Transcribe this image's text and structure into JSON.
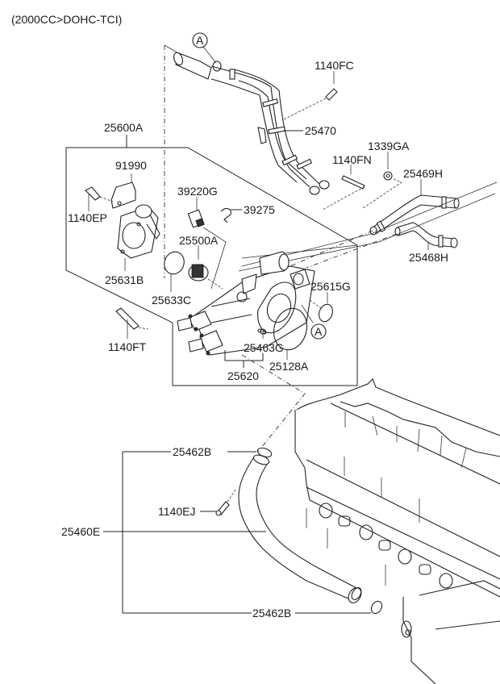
{
  "title": "(2000CC>DOHC-TCI)",
  "reference_marker": "A",
  "parts": {
    "p1140FC": "1140FC",
    "p25470": "25470",
    "p1339GA": "1339GA",
    "p1140FN": "1140FN",
    "p25469H": "25469H",
    "p25468H": "25468H",
    "p25600A": "25600A",
    "p91990": "91990",
    "p1140EP": "1140EP",
    "p25631B": "25631B",
    "p39220G": "39220G",
    "p39275": "39275",
    "p25500A": "25500A",
    "p25633C": "25633C",
    "p25615G": "25615G",
    "p1140FT": "1140FT",
    "p25463G": "25463G",
    "p25128A": "25128A",
    "p25620": "25620",
    "p25462B_top": "25462B",
    "p1140EJ": "1140EJ",
    "p25460E": "25460E",
    "p25462B_bottom": "25462B"
  }
}
